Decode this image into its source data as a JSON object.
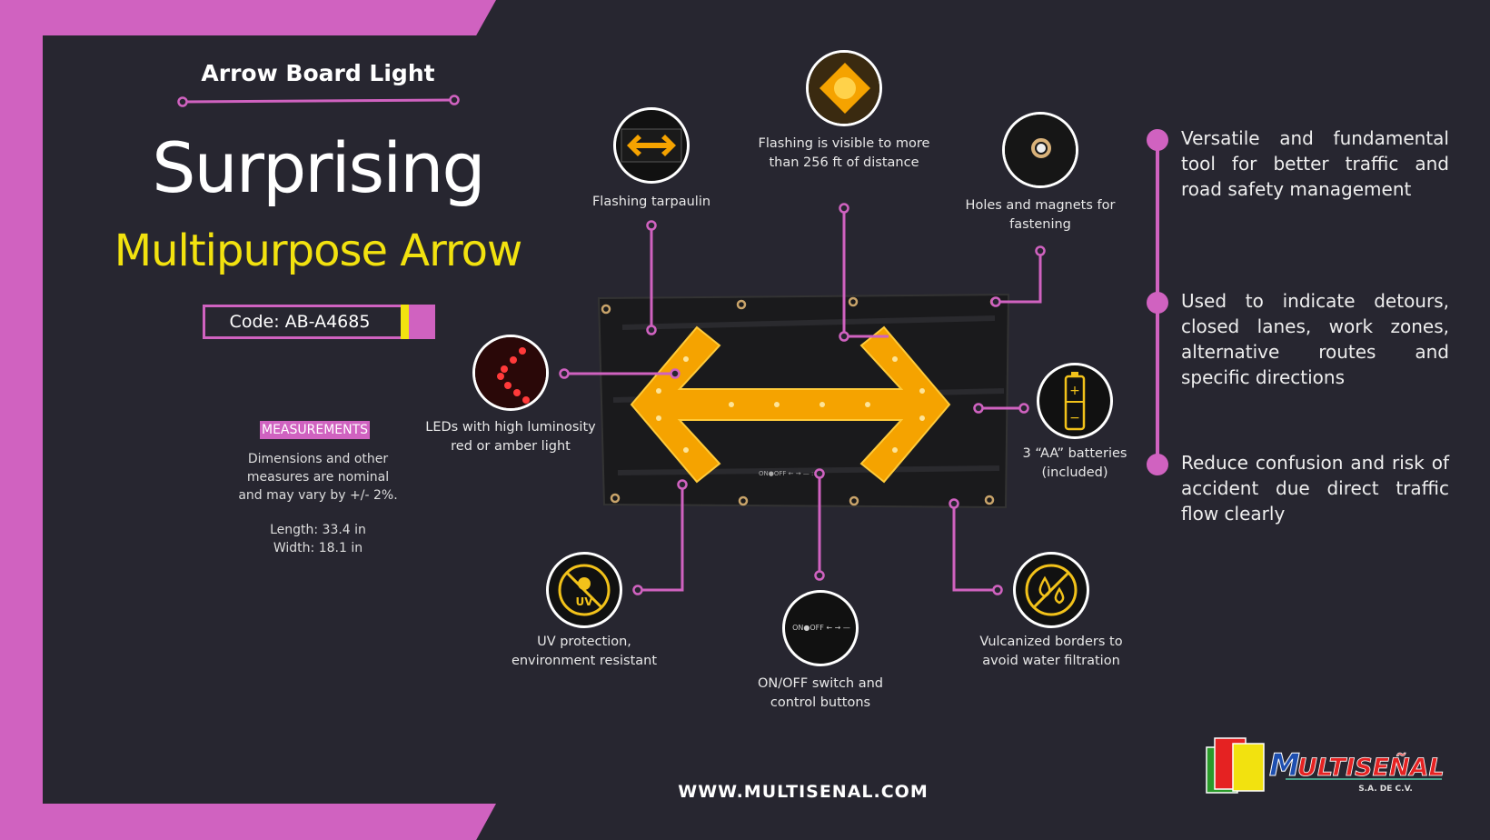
{
  "header": {
    "sub_title": "Arrow Board Light",
    "title": "Surprising",
    "subtitle": "Multipurpose Arrow",
    "code": "Code: AB-A4685"
  },
  "measurements": {
    "label": "MEASUREMENTS",
    "note_lines": [
      "Dimensions and other",
      "measures are nominal",
      "and may vary by +/- 2%."
    ],
    "length": "Length: 33.4 in",
    "width": "Width: 18.1 in"
  },
  "features": [
    {
      "id": "tarpaulin",
      "label": "Flashing tarpaulin",
      "icon": "arrow-board-icon"
    },
    {
      "id": "visible",
      "label": "Flashing is visible to more than 256 ft of distance",
      "icon": "flashing-light-icon"
    },
    {
      "id": "holes",
      "label": "Holes and magnets for fastening",
      "icon": "grommet-icon"
    },
    {
      "id": "leds",
      "label": "LEDs with high luminosity red or amber light",
      "icon": "led-chevron-icon"
    },
    {
      "id": "batteries",
      "label": "3 “AA” batteries (included)",
      "icon": "battery-icon"
    },
    {
      "id": "uv",
      "label": "UV protection, environment resistant",
      "icon": "uv-sun-icon"
    },
    {
      "id": "switch",
      "label": "ON/OFF switch and control buttons",
      "icon": "switch-icon"
    },
    {
      "id": "vulcanized",
      "label": "Vulcanized borders to avoid water filtration",
      "icon": "no-water-icon"
    }
  ],
  "bullets": [
    "Versatile and fundamental tool for better traffic and road safety management",
    "Used to indicate detours, closed lanes, work zones, alternative routes and specific directions",
    "Reduce confusion and risk of accident due direct traffic flow clearly"
  ],
  "footer": {
    "website": "WWW.MULTISENAL.COM"
  },
  "logo": {
    "name": "MULTISEÑAL",
    "suffix": "S.A. DE C.V."
  },
  "colors": {
    "accent": "#d062c0",
    "yellow": "#f2e20f",
    "background": "#272630",
    "amber": "#f5a300"
  }
}
